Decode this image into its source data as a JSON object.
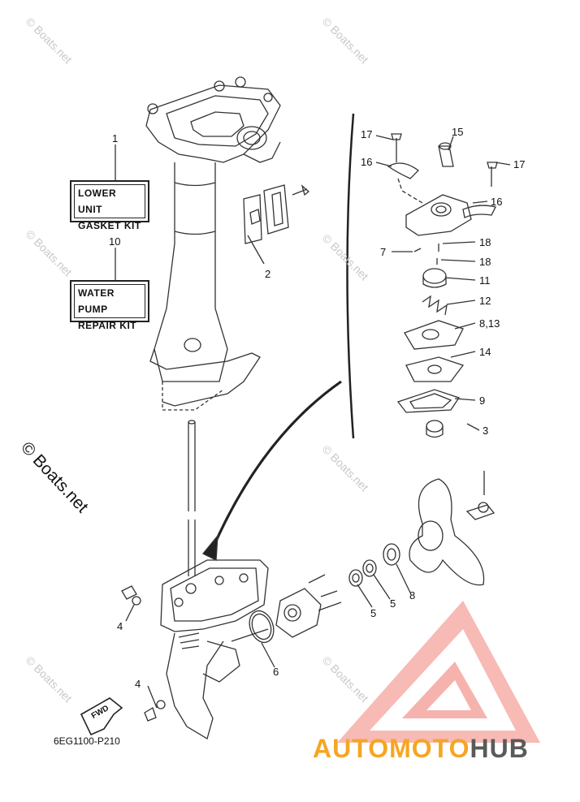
{
  "kits": {
    "lower_unit": {
      "line1": "LOWER UNIT",
      "line2": "GASKET KIT"
    },
    "water_pump": {
      "line1": "WATER PUMP",
      "line2": "REPAIR KIT"
    }
  },
  "callouts": {
    "c1": "1",
    "c2": "2",
    "c3": "3",
    "c4a": "4",
    "c4b": "4",
    "c5a": "5",
    "c5b": "5",
    "c6": "6",
    "c7": "7",
    "c8": "8",
    "c9": "9",
    "c10": "10",
    "c11": "11",
    "c12": "12",
    "c8_13": "8,13",
    "c14": "14",
    "c15": "15",
    "c16a": "16",
    "c16b": "16",
    "c17a": "17",
    "c17b": "17",
    "c18a": "18",
    "c18b": "18"
  },
  "fwd_label": "FWD",
  "diagram_code": "6EG1100-P210",
  "watermark": {
    "small": "© Boats.net",
    "large": "© Boats.net"
  },
  "brand": {
    "part1": "AUTOMOTO",
    "part2": "HUB",
    "color1": "#f5a623",
    "color2": "#5a5a5a",
    "logo_color": "#f3a6a0"
  }
}
